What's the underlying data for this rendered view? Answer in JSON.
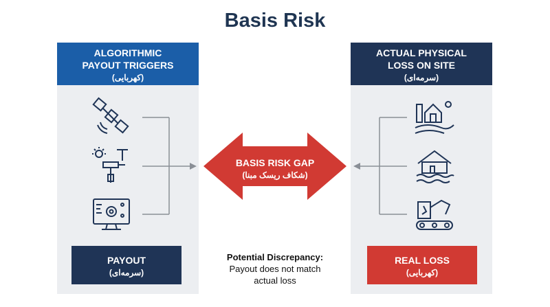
{
  "title": "Basis Risk",
  "left_panel": {
    "title_line1": "ALGORITHMIC",
    "title_line2": "PAYOUT TRIGGERS",
    "subtitle": "(کهربایی)",
    "icons": [
      "satellite-icon",
      "weather-station-icon",
      "computer-gear-icon"
    ],
    "bottom_label": "PAYOUT",
    "bottom_sub": "(سرمه‌ای)"
  },
  "right_panel": {
    "title_line1": "ACTUAL PHYSICAL",
    "title_line2": "LOSS ON SITE",
    "subtitle": "(سرمه‌ای)",
    "icons": [
      "farm-barn-icon",
      "flooded-house-icon",
      "broken-machinery-icon"
    ],
    "bottom_label": "REAL LOSS",
    "bottom_sub": "(کهربایی)"
  },
  "gap": {
    "label": "BASIS RISK GAP",
    "sub": "(شکاف ریسک مبنا)"
  },
  "discrepancy": {
    "label": "Potential Discrepancy:",
    "line1": "Payout does not match",
    "line2": "actual loss"
  },
  "colors": {
    "navy": "#1f3456",
    "blue": "#1b5ea8",
    "red": "#d13a33",
    "panel_bg": "#eceef1",
    "connector": "#8a8f96"
  }
}
